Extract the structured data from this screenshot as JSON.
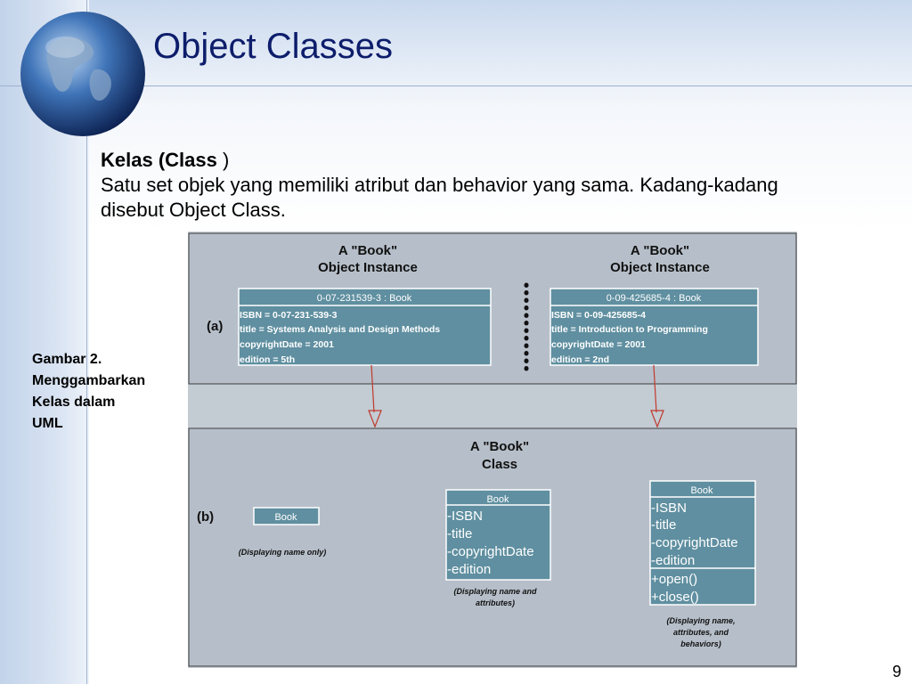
{
  "slide": {
    "title": "Object Classes",
    "number": "9"
  },
  "intro": {
    "term": "Kelas (Class ",
    "term_close": ")",
    "definition": "Satu set objek yang memiliki atribut dan behavior yang sama. Kadang-kadang disebut Object Class."
  },
  "caption": {
    "line1": "Gambar 2.",
    "line2": "Menggambarkan",
    "line3": "Kelas  dalam",
    "line4": "UML"
  },
  "figure": {
    "part_a": {
      "label": "(a)",
      "instances": [
        {
          "heading1": "A \"Book\"",
          "heading2": "Object Instance",
          "header": "0-07-231539-3 : Book",
          "attributes": [
            "ISBN = 0-07-231-539-3",
            "title = Systems Analysis and Design Methods",
            "copyrightDate = 2001",
            "edition = 5th"
          ]
        },
        {
          "heading1": "A \"Book\"",
          "heading2": "Object Instance",
          "header": "0-09-425685-4 : Book",
          "attributes": [
            "ISBN = 0-09-425685-4",
            "title = Introduction to Programming",
            "copyrightDate = 2001",
            "edition = 2nd"
          ]
        }
      ]
    },
    "part_b": {
      "label": "(b)",
      "heading1": "A \"Book\"",
      "heading2": "Class",
      "name_only": {
        "name": "Book",
        "note": "(Displaying name only)"
      },
      "name_attributes": {
        "name": "Book",
        "attributes": [
          "-ISBN",
          "-title",
          "-copyrightDate",
          "-edition"
        ],
        "note1": "(Displaying name and",
        "note2": "attributes)"
      },
      "full": {
        "name": "Book",
        "attributes": [
          "-ISBN",
          "-title",
          "-copyrightDate",
          "-edition"
        ],
        "behaviors": [
          "+open()",
          "+close()"
        ],
        "note1": "(Displaying name,",
        "note2": "attributes, and",
        "note3": "behaviors)"
      }
    }
  },
  "colors": {
    "title": "#0d1d6b",
    "figure_background": "#b6bfc9",
    "box_fill": "#5f8fa0",
    "arrow": "#c0392b"
  },
  "icons": {
    "decoration": "globe-icon"
  }
}
